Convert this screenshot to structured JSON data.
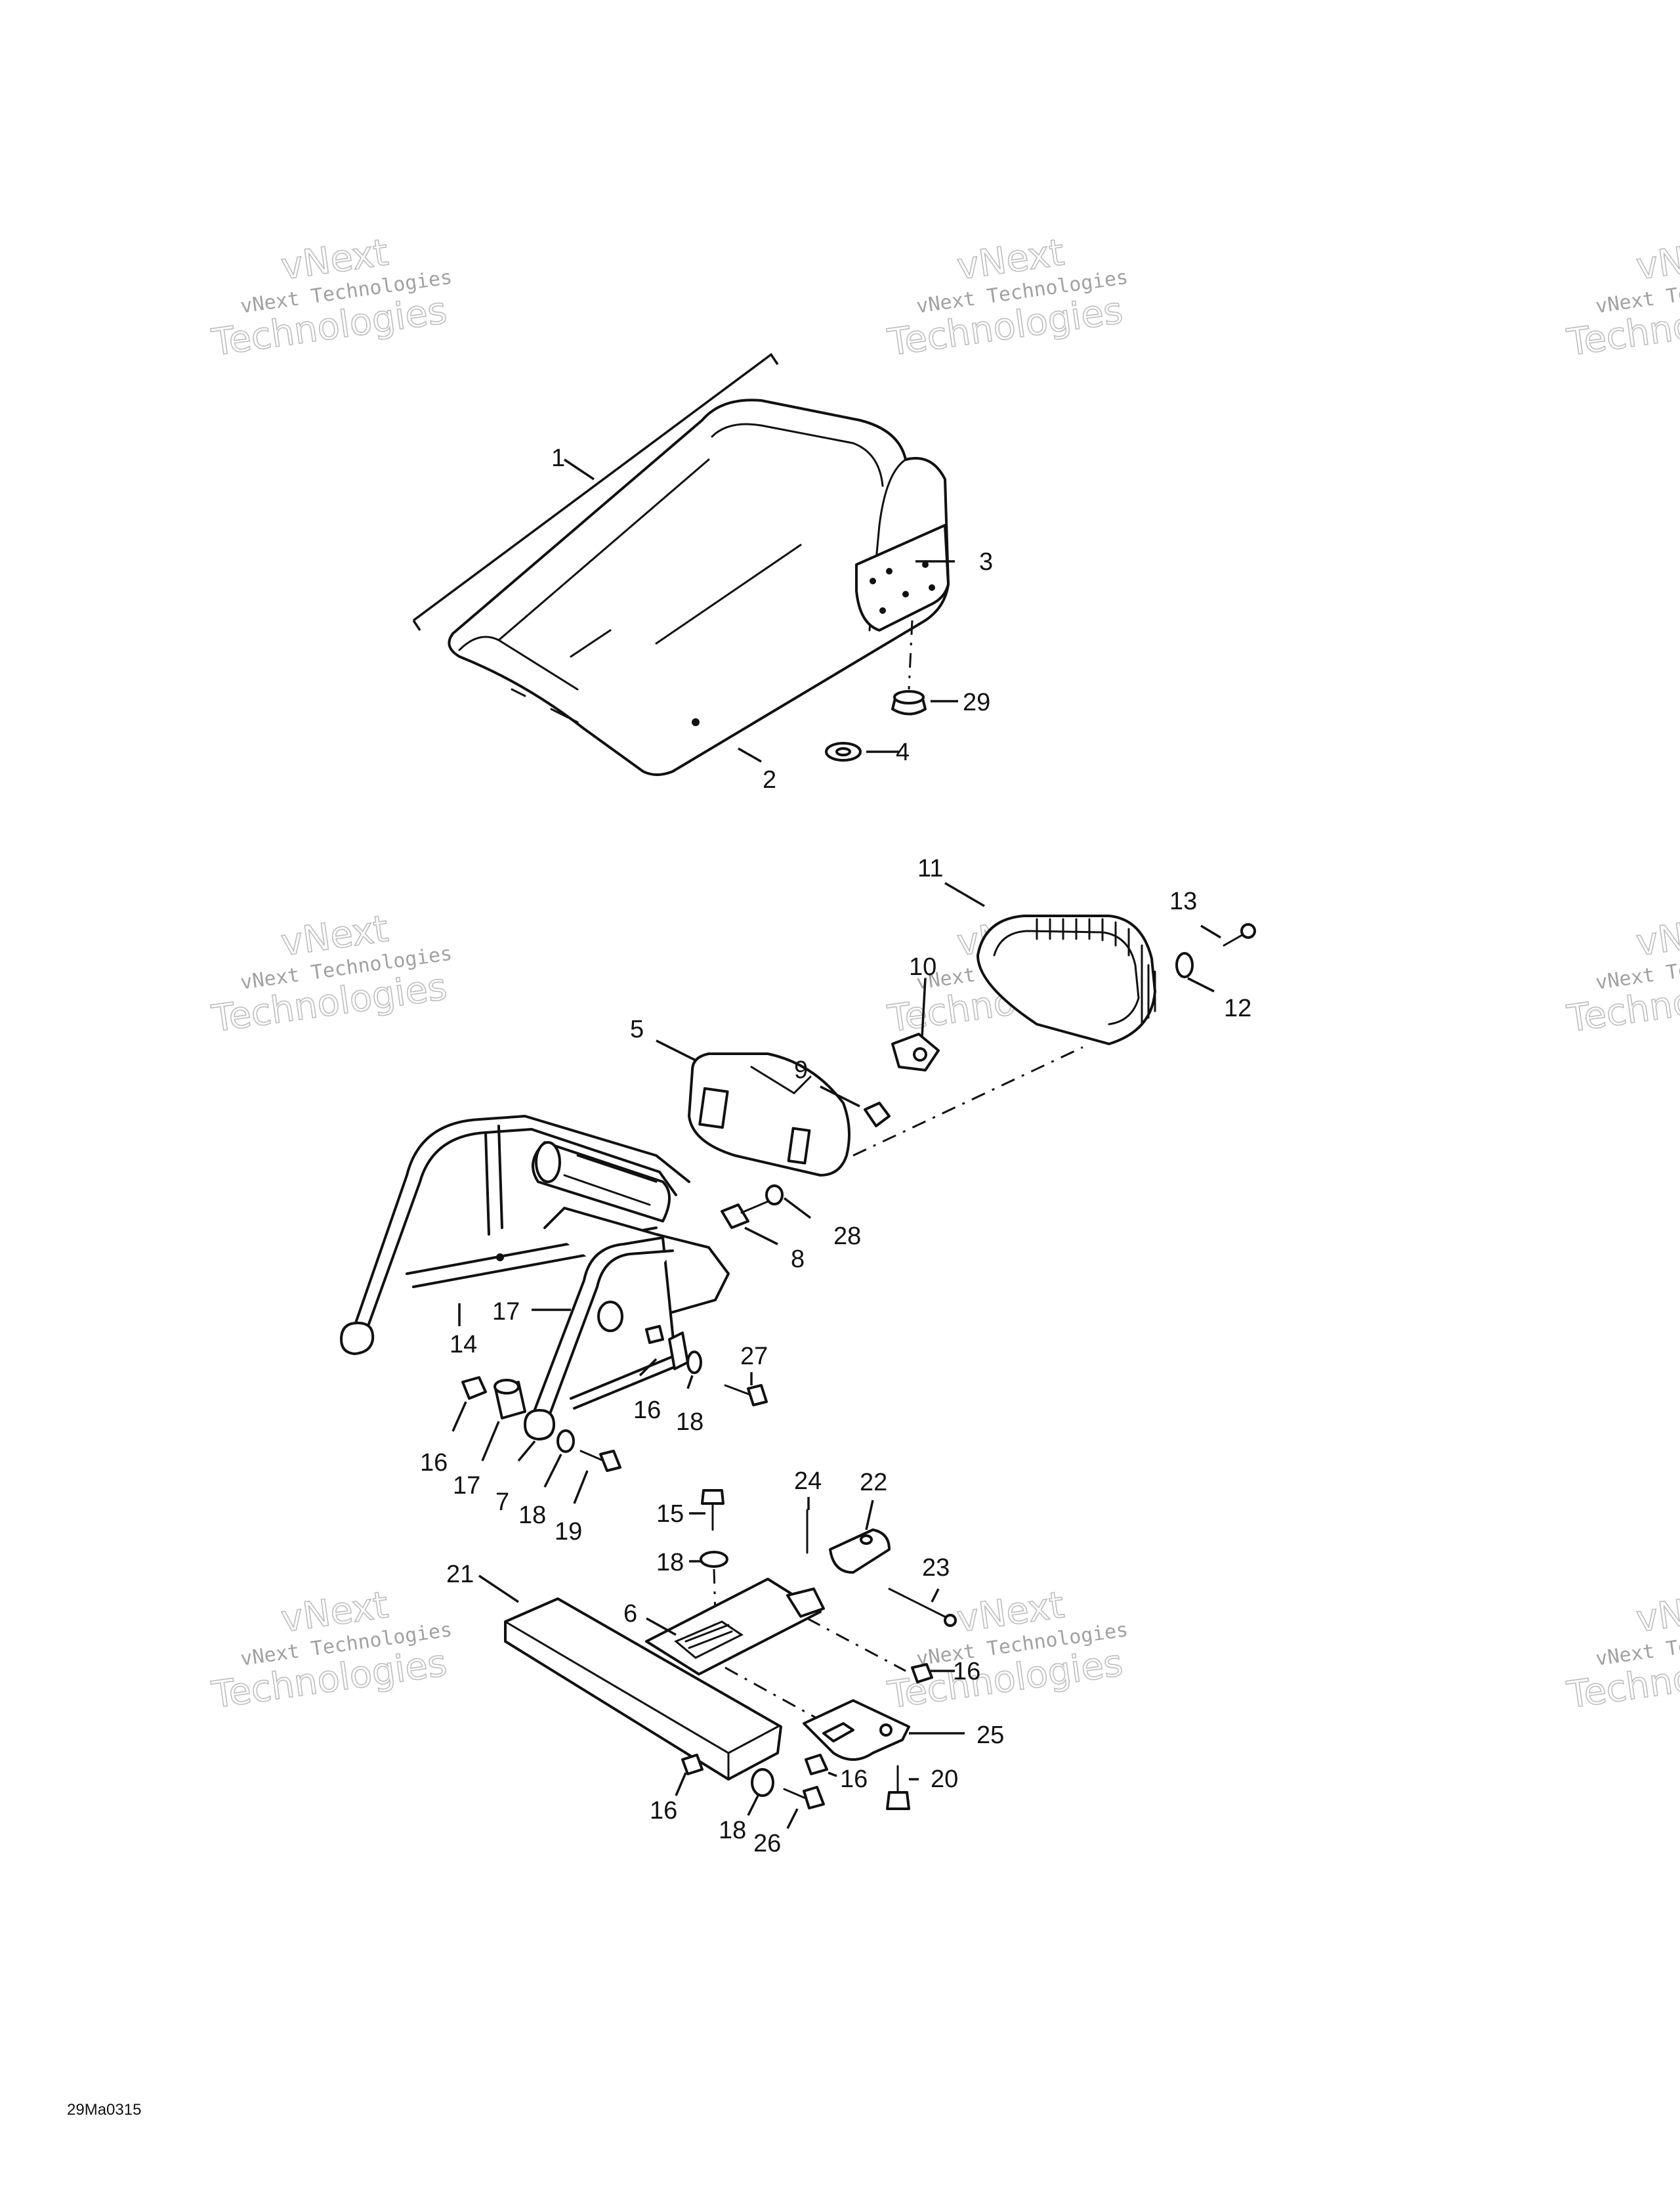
{
  "callouts": {
    "c1": "1",
    "c2": "2",
    "c3": "3",
    "c4": "4",
    "c29": "29",
    "c11": "11",
    "c13": "13",
    "c10": "10",
    "c12": "12",
    "c5": "5",
    "c9": "9",
    "c28": "28",
    "c8": "8",
    "c14": "14",
    "c17a": "17",
    "c27": "27",
    "c16a": "16",
    "c18a": "18",
    "c16b": "16",
    "c17b": "17",
    "c7": "7",
    "c18b": "18",
    "c19": "19",
    "c24": "24",
    "c22": "22",
    "c15": "15",
    "c18c": "18",
    "c23": "23",
    "c21": "21",
    "c6": "6",
    "c16c": "16",
    "c25": "25",
    "c16d": "16",
    "c20": "20",
    "c16e": "16",
    "c18d": "18",
    "c26": "26"
  },
  "watermark": {
    "line1": "vNext",
    "line2": "vNext Technologies",
    "line3": "Technologies"
  },
  "reference_code": "29Ma0315"
}
